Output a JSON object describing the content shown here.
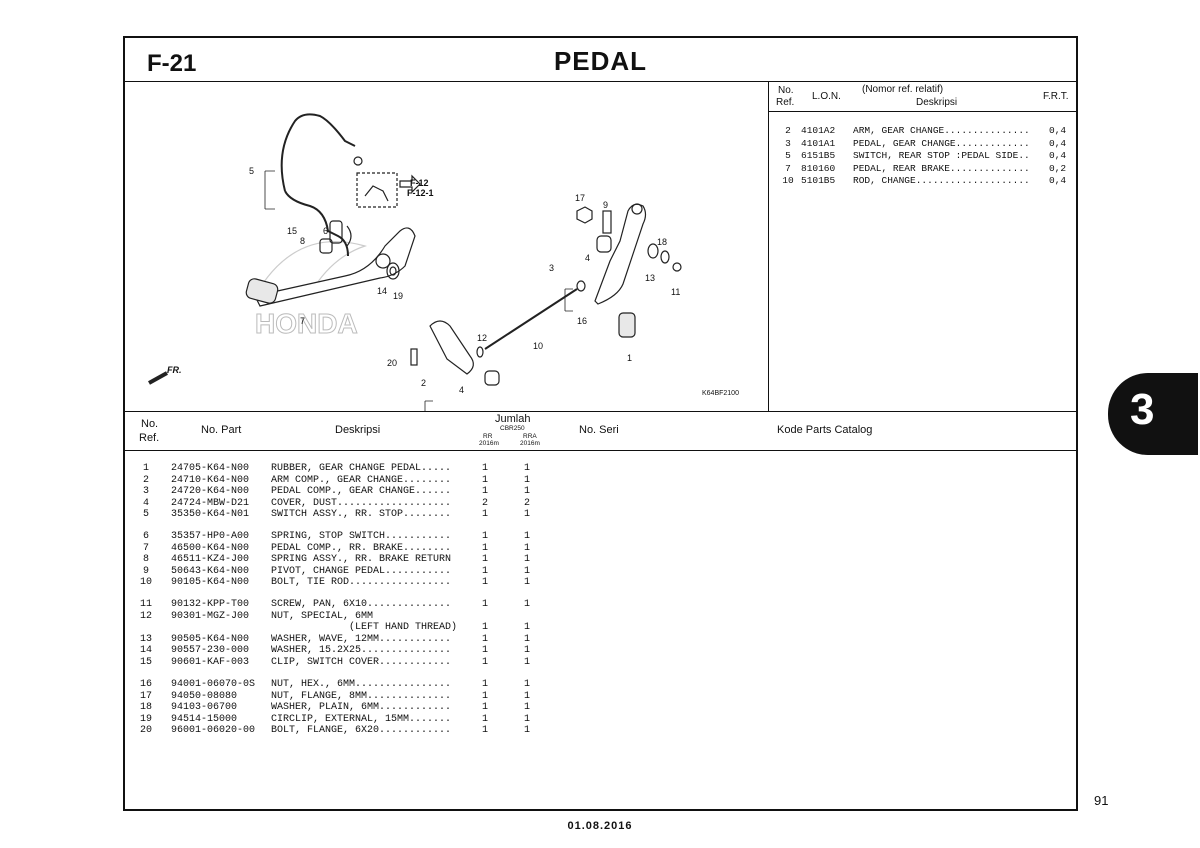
{
  "header": {
    "figure_code": "F-21",
    "title": "PEDAL"
  },
  "diagram": {
    "callouts": [
      "1",
      "2",
      "3",
      "4",
      "5",
      "6",
      "7",
      "8",
      "9",
      "10",
      "11",
      "12",
      "13",
      "14",
      "15",
      "16",
      "17",
      "18",
      "19",
      "20"
    ],
    "refs": [
      "F-12",
      "F-12-1"
    ],
    "direction": "FR.",
    "brand_watermark": "HONDA",
    "code": "K64BF2100"
  },
  "lon_table": {
    "headers": {
      "no": "No.",
      "ref": "Ref.",
      "lon": "L.O.N.",
      "nomor": "(Nomor ref. relatif)",
      "deskripsi": "Deskripsi",
      "frt": "F.R.T."
    },
    "rows": [
      {
        "ref": "2",
        "lon": "4101A2",
        "desc": "ARM, GEAR CHANGE...............",
        "frt": "0,4"
      },
      {
        "ref": "3",
        "lon": "4101A1",
        "desc": "PEDAL, GEAR CHANGE.............",
        "frt": "0,4"
      },
      {
        "ref": "5",
        "lon": "6151B5",
        "desc": "SWITCH, REAR STOP :PEDAL SIDE..",
        "frt": "0,4"
      },
      {
        "ref": "7",
        "lon": "810160",
        "desc": "PEDAL, REAR BRAKE..............",
        "frt": "0,2"
      },
      {
        "ref": "10",
        "lon": "5101B5",
        "desc": "ROD, CHANGE....................",
        "frt": "0,4"
      }
    ]
  },
  "parts_table": {
    "headers": {
      "no": "No.",
      "ref": "Ref.",
      "part": "No. Part",
      "desc": "Deskripsi",
      "jumlah": "Jumlah",
      "model": "CBR250",
      "col_rr": "RR",
      "col_rra": "RRA",
      "year_rr": "2016m",
      "year_rra": "2016m",
      "seri": "No. Seri",
      "catalog": "Kode Parts Catalog"
    },
    "rows": [
      {
        "ref": "1",
        "part": "24705-K64-N00",
        "desc": "RUBBER, GEAR CHANGE PEDAL.....",
        "rr": "1",
        "rra": "1"
      },
      {
        "ref": "2",
        "part": "24710-K64-N00",
        "desc": "ARM COMP., GEAR CHANGE........",
        "rr": "1",
        "rra": "1"
      },
      {
        "ref": "3",
        "part": "24720-K64-N00",
        "desc": "PEDAL COMP., GEAR CHANGE......",
        "rr": "1",
        "rra": "1"
      },
      {
        "ref": "4",
        "part": "24724-MBW-D21",
        "desc": "COVER, DUST...................",
        "rr": "2",
        "rra": "2"
      },
      {
        "ref": "5",
        "part": "35350-K64-N01",
        "desc": "SWITCH ASSY., RR. STOP........",
        "rr": "1",
        "rra": "1"
      },
      {
        "ref": "6",
        "part": "35357-HP0-A00",
        "desc": "SPRING, STOP SWITCH...........",
        "rr": "1",
        "rra": "1"
      },
      {
        "ref": "7",
        "part": "46500-K64-N00",
        "desc": "PEDAL COMP., RR. BRAKE........",
        "rr": "1",
        "rra": "1"
      },
      {
        "ref": "8",
        "part": "46511-KZ4-J00",
        "desc": "SPRING ASSY., RR. BRAKE RETURN",
        "rr": "1",
        "rra": "1"
      },
      {
        "ref": "9",
        "part": "50643-K64-N00",
        "desc": "PIVOT, CHANGE PEDAL...........",
        "rr": "1",
        "rra": "1"
      },
      {
        "ref": "10",
        "part": "90105-K64-N00",
        "desc": "BOLT, TIE ROD.................",
        "rr": "1",
        "rra": "1"
      },
      {
        "ref": "11",
        "part": "90132-KPP-T00",
        "desc": "SCREW, PAN, 6X10..............",
        "rr": "1",
        "rra": "1"
      },
      {
        "ref": "12",
        "part": "90301-MGZ-J00",
        "desc": "NUT, SPECIAL, 6MM",
        "rr": "",
        "rra": ""
      },
      {
        "ref": "",
        "part": "",
        "desc": "             (LEFT HAND THREAD)",
        "rr": "1",
        "rra": "1"
      },
      {
        "ref": "13",
        "part": "90505-K64-N00",
        "desc": "WASHER, WAVE, 12MM............",
        "rr": "1",
        "rra": "1"
      },
      {
        "ref": "14",
        "part": "90557-230-000",
        "desc": "WASHER, 15.2X25...............",
        "rr": "1",
        "rra": "1"
      },
      {
        "ref": "15",
        "part": "90601-KAF-003",
        "desc": "CLIP, SWITCH COVER............",
        "rr": "1",
        "rra": "1"
      },
      {
        "ref": "16",
        "part": "94001-06070-0S",
        "desc": "NUT, HEX., 6MM................",
        "rr": "1",
        "rra": "1"
      },
      {
        "ref": "17",
        "part": "94050-08080",
        "desc": "NUT, FLANGE, 8MM..............",
        "rr": "1",
        "rra": "1"
      },
      {
        "ref": "18",
        "part": "94103-06700",
        "desc": "WASHER, PLAIN, 6MM............",
        "rr": "1",
        "rra": "1"
      },
      {
        "ref": "19",
        "part": "94514-15000",
        "desc": "CIRCLIP, EXTERNAL, 15MM.......",
        "rr": "1",
        "rra": "1"
      },
      {
        "ref": "20",
        "part": "96001-06020-00",
        "desc": "BOLT, FLANGE, 6X20............",
        "rr": "1",
        "rra": "1"
      }
    ]
  },
  "section_tab": "3",
  "page_number": "91",
  "date": "01.08.2016"
}
